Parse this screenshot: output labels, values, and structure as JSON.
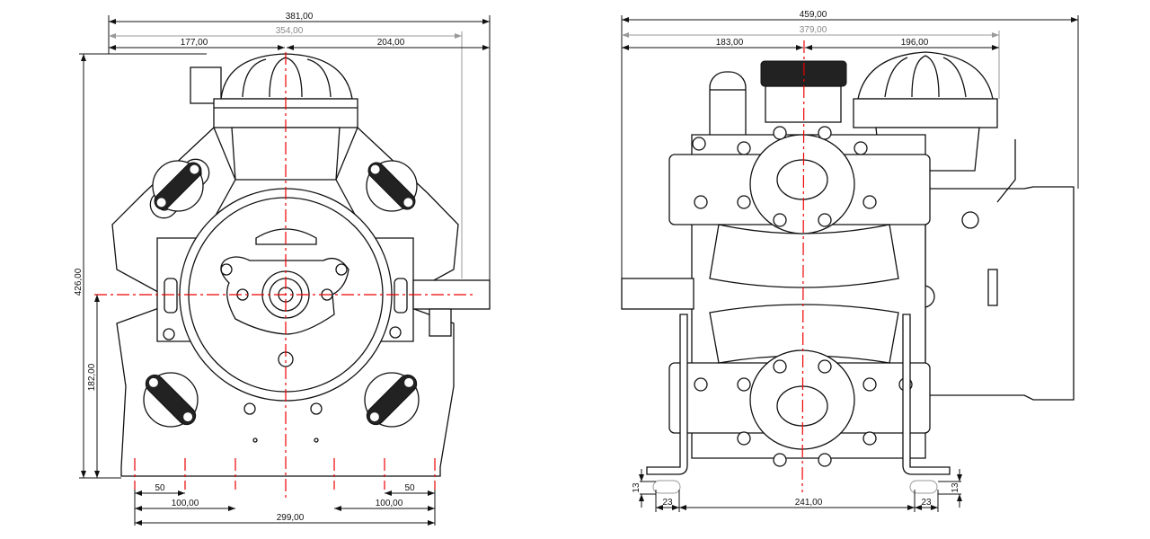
{
  "front_view": {
    "dims": {
      "overall_width": "381,00",
      "inner_width": "354,00",
      "left_offset": "177,00",
      "right_offset": "204,00",
      "height": "426,00",
      "shaft_height": "182,00",
      "foot_left_50": "50",
      "foot_left_100": "100,00",
      "foot_right_50": "50",
      "foot_right_100": "100,00",
      "foot_total": "299,00"
    }
  },
  "side_view": {
    "dims": {
      "overall_width": "459,00",
      "inner_width": "379,00",
      "left_offset": "183,00",
      "right_offset": "196,00",
      "slot_height_left": "13",
      "slot_width_left": "23",
      "mount_spacing": "241,00",
      "slot_width_right": "23",
      "slot_height_right": "13"
    }
  },
  "colors": {
    "centerline": "#e00000",
    "line": "#111111",
    "secondary_dim": "#999999"
  }
}
